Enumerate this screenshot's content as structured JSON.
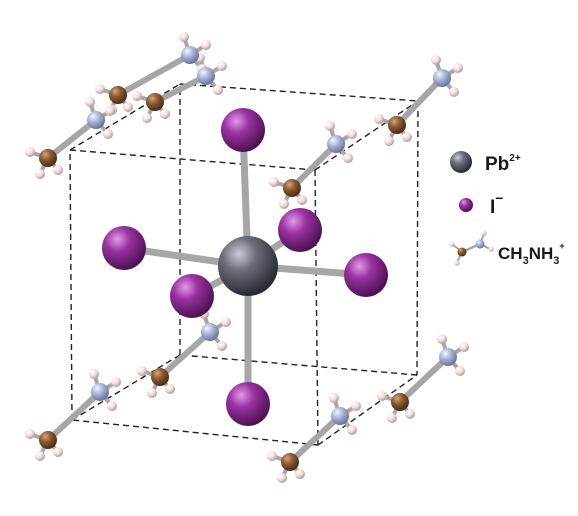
{
  "legend": {
    "items": [
      {
        "key": "lead",
        "base": "Pb",
        "charge": "2+",
        "color": "#5a5d66"
      },
      {
        "key": "iodide",
        "base": "I",
        "charge": "−",
        "color": "#8e2c96"
      },
      {
        "key": "methylammonium",
        "parts": [
          "CH",
          "3",
          "NH",
          "3",
          "+"
        ]
      }
    ]
  },
  "atom_colors": {
    "lead": "#5a5d66",
    "iodine": "#8e2c96",
    "carbon": "#8a5a32",
    "nitrogen": "#a9b4d8",
    "hydrogen": "#f1dcdc",
    "bond": "#a6a6a6",
    "cell_edge": "#222222"
  }
}
